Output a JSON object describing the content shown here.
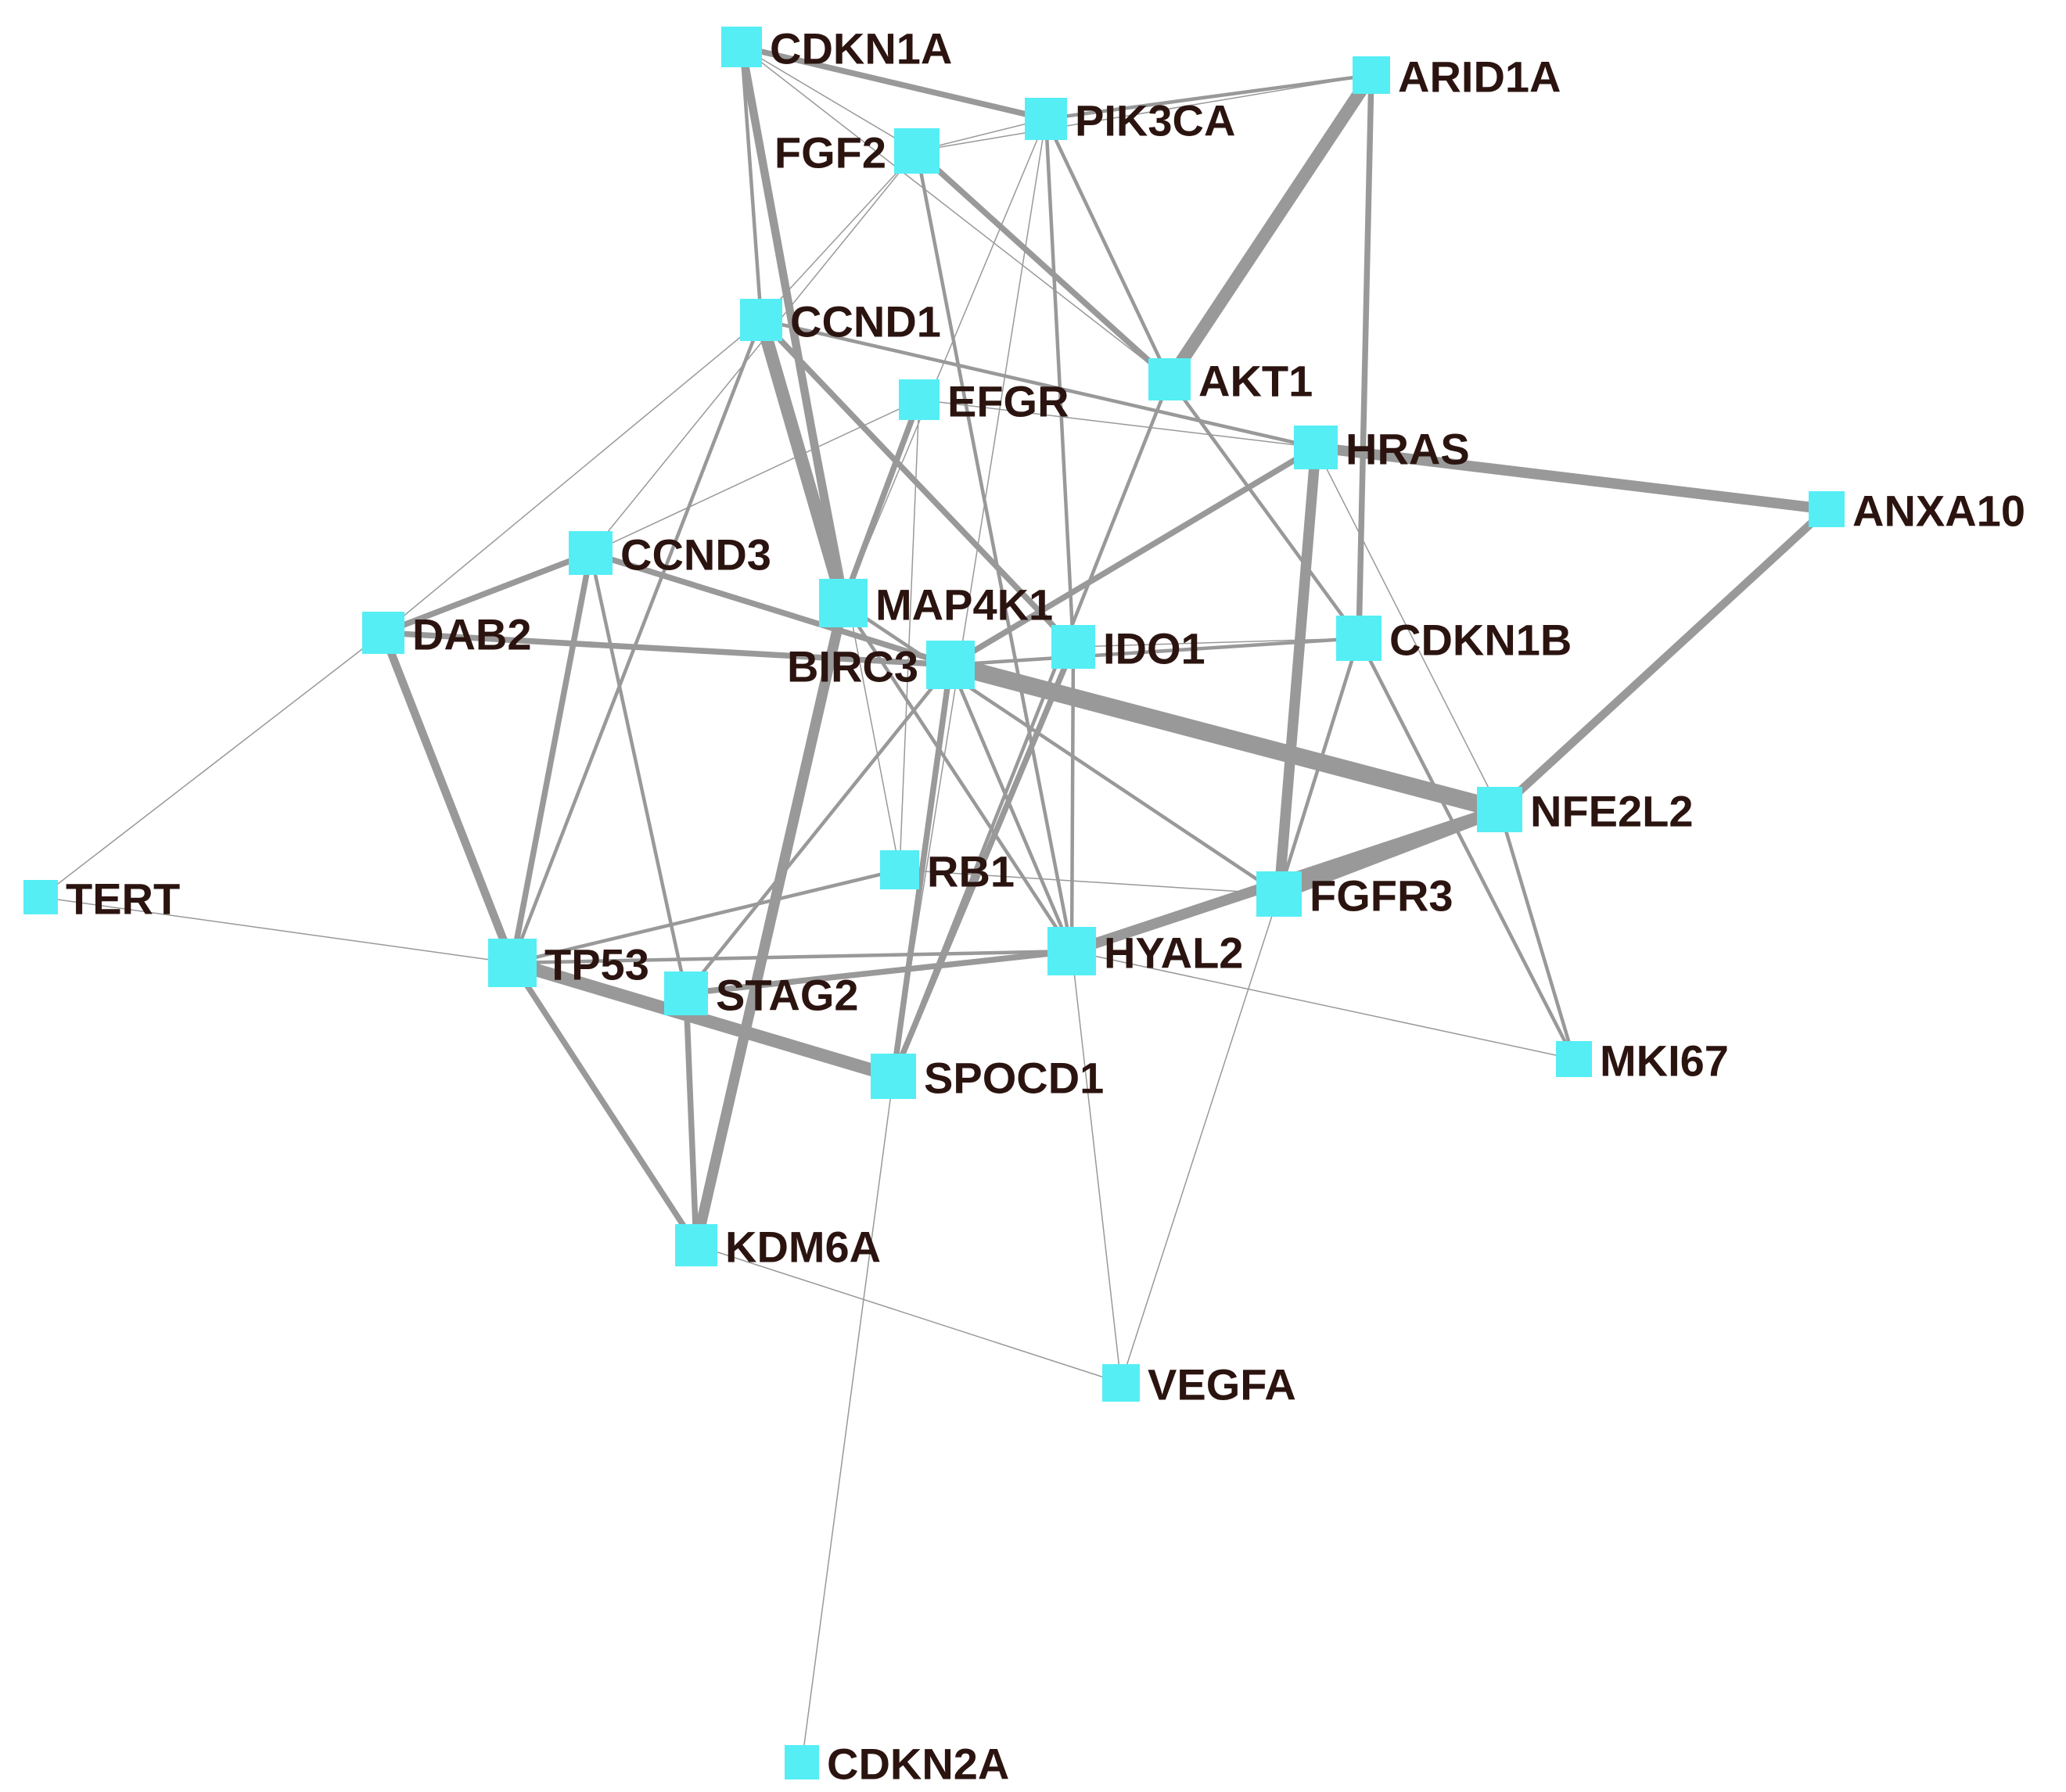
{
  "colors": {
    "node_fill": "#55eef5",
    "edge_stroke": "#999999",
    "label_text": "#2b1410",
    "background": "#ffffff"
  },
  "network": {
    "nodes": [
      {
        "id": "CDKN1A",
        "label": "CDKN1A"
      },
      {
        "id": "PIK3CA",
        "label": "PIK3CA"
      },
      {
        "id": "ARID1A",
        "label": "ARID1A"
      },
      {
        "id": "FGF2",
        "label": "FGF2"
      },
      {
        "id": "CCND1",
        "label": "CCND1"
      },
      {
        "id": "AKT1",
        "label": "AKT1"
      },
      {
        "id": "EFGR",
        "label": "EFGR"
      },
      {
        "id": "HRAS",
        "label": "HRAS"
      },
      {
        "id": "ANXA10",
        "label": "ANXA10"
      },
      {
        "id": "CCND3",
        "label": "CCND3"
      },
      {
        "id": "MAP4K1",
        "label": "MAP4K1"
      },
      {
        "id": "DAB2",
        "label": "DAB2"
      },
      {
        "id": "IDO1",
        "label": "IDO1"
      },
      {
        "id": "CDKN1B",
        "label": "CDKN1B"
      },
      {
        "id": "BIRC3",
        "label": "BIRC3"
      },
      {
        "id": "NFE2L2",
        "label": "NFE2L2"
      },
      {
        "id": "RB1",
        "label": "RB1"
      },
      {
        "id": "FGFR3",
        "label": "FGFR3"
      },
      {
        "id": "TERT",
        "label": "TERT"
      },
      {
        "id": "HYAL2",
        "label": "HYAL2"
      },
      {
        "id": "TP53",
        "label": "TP53"
      },
      {
        "id": "STAG2",
        "label": "STAG2"
      },
      {
        "id": "SPOCD1",
        "label": "SPOCD1"
      },
      {
        "id": "MKI67",
        "label": "MKI67"
      },
      {
        "id": "KDM6A",
        "label": "KDM6A"
      },
      {
        "id": "VEGFA",
        "label": "VEGFA"
      },
      {
        "id": "CDKN2A",
        "label": "CDKN2A"
      }
    ],
    "edges": [
      {
        "source": "CDKN1A",
        "target": "PIK3CA",
        "weight": 3
      },
      {
        "source": "CDKN1A",
        "target": "FGF2",
        "weight": 1
      },
      {
        "source": "CDKN1A",
        "target": "CCND1",
        "weight": 2
      },
      {
        "source": "CDKN1A",
        "target": "MAP4K1",
        "weight": 4
      },
      {
        "source": "CDKN1A",
        "target": "AKT1",
        "weight": 1
      },
      {
        "source": "CDKN1A",
        "target": "RB1",
        "weight": 1
      },
      {
        "source": "PIK3CA",
        "target": "ARID1A",
        "weight": 2
      },
      {
        "source": "PIK3CA",
        "target": "FGF2",
        "weight": 1
      },
      {
        "source": "PIK3CA",
        "target": "AKT1",
        "weight": 2
      },
      {
        "source": "PIK3CA",
        "target": "IDO1",
        "weight": 2
      },
      {
        "source": "PIK3CA",
        "target": "MAP4K1",
        "weight": 1
      },
      {
        "source": "PIK3CA",
        "target": "SPOCD1",
        "weight": 1
      },
      {
        "source": "ARID1A",
        "target": "AKT1",
        "weight": 6
      },
      {
        "source": "ARID1A",
        "target": "CDKN1B",
        "weight": 3
      },
      {
        "source": "ARID1A",
        "target": "FGF2",
        "weight": 1
      },
      {
        "source": "FGF2",
        "target": "AKT1",
        "weight": 3
      },
      {
        "source": "FGF2",
        "target": "CCND1",
        "weight": 1
      },
      {
        "source": "FGF2",
        "target": "HYAL2",
        "weight": 2
      },
      {
        "source": "FGF2",
        "target": "CCND3",
        "weight": 1
      },
      {
        "source": "CCND1",
        "target": "MAP4K1",
        "weight": 6
      },
      {
        "source": "CCND1",
        "target": "HRAS",
        "weight": 2
      },
      {
        "source": "CCND1",
        "target": "IDO1",
        "weight": 3
      },
      {
        "source": "CCND1",
        "target": "DAB2",
        "weight": 1
      },
      {
        "source": "CCND1",
        "target": "TP53",
        "weight": 2
      },
      {
        "source": "AKT1",
        "target": "CDKN1B",
        "weight": 2
      },
      {
        "source": "AKT1",
        "target": "SPOCD1",
        "weight": 2
      },
      {
        "source": "EFGR",
        "target": "MAP4K1",
        "weight": 3
      },
      {
        "source": "EFGR",
        "target": "HRAS",
        "weight": 1
      },
      {
        "source": "EFGR",
        "target": "CCND3",
        "weight": 1
      },
      {
        "source": "EFGR",
        "target": "RB1",
        "weight": 1
      },
      {
        "source": "HRAS",
        "target": "ANXA10",
        "weight": 5
      },
      {
        "source": "HRAS",
        "target": "FGFR3",
        "weight": 5
      },
      {
        "source": "HRAS",
        "target": "BIRC3",
        "weight": 3
      },
      {
        "source": "HRAS",
        "target": "NFE2L2",
        "weight": 1
      },
      {
        "source": "ANXA10",
        "target": "NFE2L2",
        "weight": 4
      },
      {
        "source": "CCND3",
        "target": "DAB2",
        "weight": 3
      },
      {
        "source": "CCND3",
        "target": "BIRC3",
        "weight": 3
      },
      {
        "source": "CCND3",
        "target": "TP53",
        "weight": 3
      },
      {
        "source": "CCND3",
        "target": "STAG2",
        "weight": 2
      },
      {
        "source": "MAP4K1",
        "target": "KDM6A",
        "weight": 5
      },
      {
        "source": "MAP4K1",
        "target": "FGFR3",
        "weight": 2
      },
      {
        "source": "MAP4K1",
        "target": "HYAL2",
        "weight": 2
      },
      {
        "source": "DAB2",
        "target": "BIRC3",
        "weight": 3
      },
      {
        "source": "DAB2",
        "target": "TP53",
        "weight": 4
      },
      {
        "source": "DAB2",
        "target": "TERT",
        "weight": 1
      },
      {
        "source": "IDO1",
        "target": "CDKN1B",
        "weight": 1
      },
      {
        "source": "IDO1",
        "target": "HYAL2",
        "weight": 2
      },
      {
        "source": "IDO1",
        "target": "SPOCD1",
        "weight": 3
      },
      {
        "source": "CDKN1B",
        "target": "FGFR3",
        "weight": 2
      },
      {
        "source": "CDKN1B",
        "target": "MKI67",
        "weight": 2
      },
      {
        "source": "CDKN1B",
        "target": "BIRC3",
        "weight": 2
      },
      {
        "source": "BIRC3",
        "target": "NFE2L2",
        "weight": 8
      },
      {
        "source": "BIRC3",
        "target": "SPOCD1",
        "weight": 3
      },
      {
        "source": "BIRC3",
        "target": "STAG2",
        "weight": 2
      },
      {
        "source": "BIRC3",
        "target": "HYAL2",
        "weight": 2
      },
      {
        "source": "NFE2L2",
        "target": "FGFR3",
        "weight": 6
      },
      {
        "source": "NFE2L2",
        "target": "HYAL2",
        "weight": 5
      },
      {
        "source": "NFE2L2",
        "target": "MKI67",
        "weight": 2
      },
      {
        "source": "RB1",
        "target": "TP53",
        "weight": 2
      },
      {
        "source": "RB1",
        "target": "FGFR3",
        "weight": 1
      },
      {
        "source": "FGFR3",
        "target": "VEGFA",
        "weight": 1
      },
      {
        "source": "TERT",
        "target": "TP53",
        "weight": 1
      },
      {
        "source": "HYAL2",
        "target": "TP53",
        "weight": 2
      },
      {
        "source": "HYAL2",
        "target": "STAG2",
        "weight": 3
      },
      {
        "source": "HYAL2",
        "target": "MKI67",
        "weight": 1
      },
      {
        "source": "HYAL2",
        "target": "VEGFA",
        "weight": 1
      },
      {
        "source": "TP53",
        "target": "SPOCD1",
        "weight": 6
      },
      {
        "source": "TP53",
        "target": "KDM6A",
        "weight": 3
      },
      {
        "source": "STAG2",
        "target": "KDM6A",
        "weight": 3
      },
      {
        "source": "SPOCD1",
        "target": "CDKN2A",
        "weight": 1
      },
      {
        "source": "KDM6A",
        "target": "VEGFA",
        "weight": 1
      }
    ]
  }
}
